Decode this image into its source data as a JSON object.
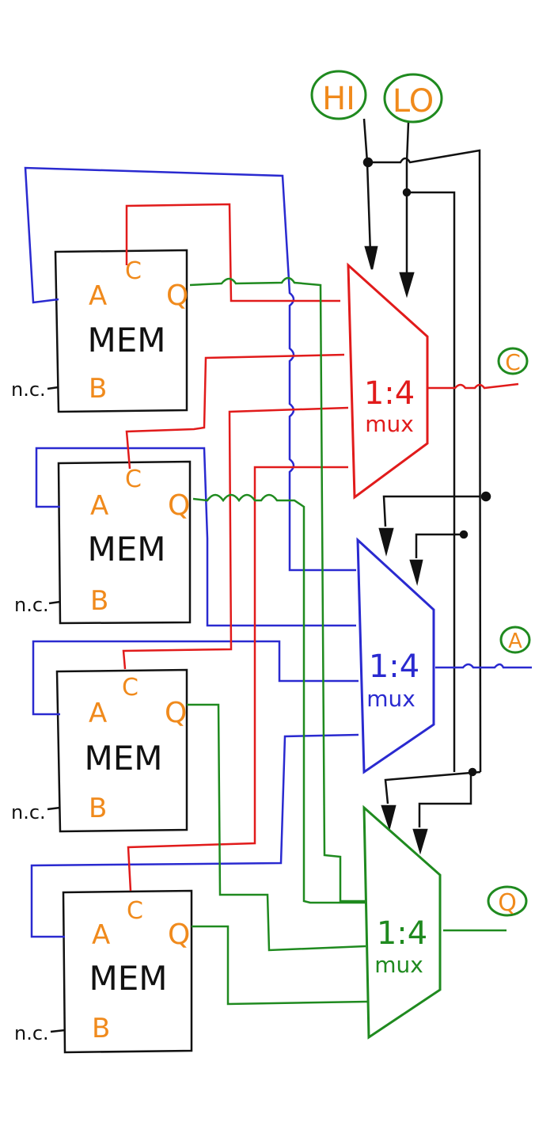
{
  "inputs": {
    "hi_label": "HI",
    "lo_label": "LO"
  },
  "outputs": {
    "c_label": "C",
    "a_label": "A",
    "q_label": "Q"
  },
  "memories": [
    {
      "title": "MEM",
      "port_a": "A",
      "port_b": "B",
      "port_c": "C",
      "port_q": "Q",
      "nc": "n.c."
    },
    {
      "title": "MEM",
      "port_a": "A",
      "port_b": "B",
      "port_c": "C",
      "port_q": "Q",
      "nc": "n.c."
    },
    {
      "title": "MEM",
      "port_a": "A",
      "port_b": "B",
      "port_c": "C",
      "port_q": "Q",
      "nc": "n.c."
    },
    {
      "title": "MEM",
      "port_a": "A",
      "port_b": "B",
      "port_c": "C",
      "port_q": "Q",
      "nc": "n.c."
    }
  ],
  "muxes": [
    {
      "ratio": "1:4",
      "name": "mux",
      "color": "#e11b1b"
    },
    {
      "ratio": "1:4",
      "name": "mux",
      "color": "#2a2ad0"
    },
    {
      "ratio": "1:4",
      "name": "mux",
      "color": "#1f8a1f"
    }
  ],
  "colors": {
    "red": "#e11b1b",
    "blue": "#2a2ad0",
    "green": "#1f8a1f",
    "orange": "#f08a1c",
    "black": "#111111"
  }
}
